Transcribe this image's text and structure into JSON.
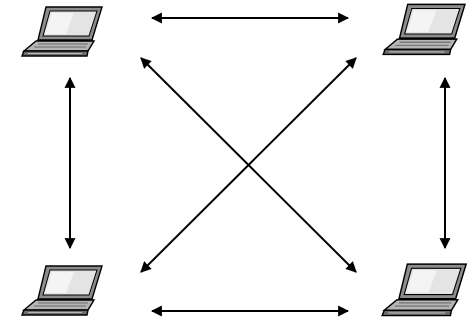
{
  "diagram": {
    "type": "fully-connected-network",
    "nodes": [
      {
        "id": "top-left",
        "icon": "laptop-icon"
      },
      {
        "id": "top-right",
        "icon": "laptop-icon"
      },
      {
        "id": "bottom-left",
        "icon": "laptop-icon"
      },
      {
        "id": "bottom-right",
        "icon": "laptop-icon"
      }
    ],
    "links": [
      {
        "from": "top-left",
        "to": "top-right",
        "arrows": "both"
      },
      {
        "from": "bottom-left",
        "to": "bottom-right",
        "arrows": "both"
      },
      {
        "from": "top-left",
        "to": "bottom-left",
        "arrows": "both"
      },
      {
        "from": "top-right",
        "to": "bottom-right",
        "arrows": "both"
      },
      {
        "from": "top-left",
        "to": "bottom-right",
        "arrows": "both"
      },
      {
        "from": "top-right",
        "to": "bottom-left",
        "arrows": "both"
      }
    ],
    "colors": {
      "line": "#000000",
      "laptop_body": "#8c8c8c",
      "screen": "#d8d8d8",
      "background": "#ffffff"
    }
  }
}
